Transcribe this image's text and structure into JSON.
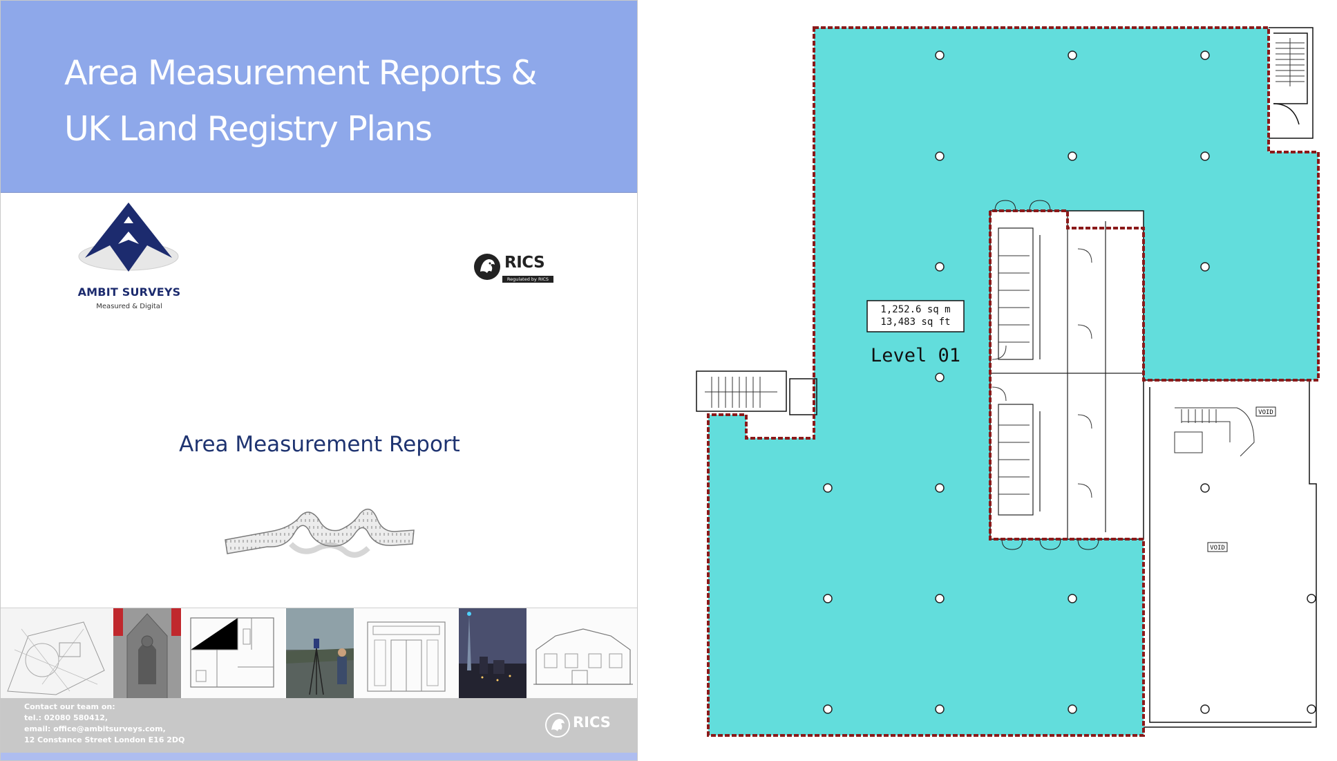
{
  "cover": {
    "title_line1": "Area Measurement Reports &",
    "title_line2": "UK Land Registry Plans",
    "company_name": "AMBIT SURVEYS",
    "company_tagline": "Measured & Digital",
    "rics_word": "RICS",
    "rics_regulated": "Regulated by RICS",
    "report_title": "Area Measurement Report",
    "contact": {
      "line1": "Contact our team on:",
      "line2": "tel.: 02080 580412,",
      "line3": "email: office@ambitsurveys.com,",
      "line4": "12 Constance Street London E16 2DQ"
    },
    "footer_rics_word": "RICS",
    "colors": {
      "header_band": "#8ea8ea",
      "title_text": "#ffffff",
      "logo_navy": "#1c2b6e",
      "report_title": "#1e3370",
      "footer_band": "#c8c8c8"
    },
    "photo_strip": [
      "site-plan-drawing",
      "church-window-photo",
      "floor-plan-drawing",
      "laser-scanner-photo",
      "door-elevation-drawing",
      "city-skyline-photo",
      "building-elevation-drawing"
    ]
  },
  "floor_plan": {
    "area_sq_m": "1,252.6 sq m",
    "area_sq_ft": "13,483 sq ft",
    "level_label": "Level 01",
    "void_label_1": "VOID",
    "void_label_2": "VOID",
    "colors": {
      "measured_area_fill": "#62dddc",
      "boundary_line": "#8b1a1a",
      "wall_line": "#111111"
    }
  }
}
